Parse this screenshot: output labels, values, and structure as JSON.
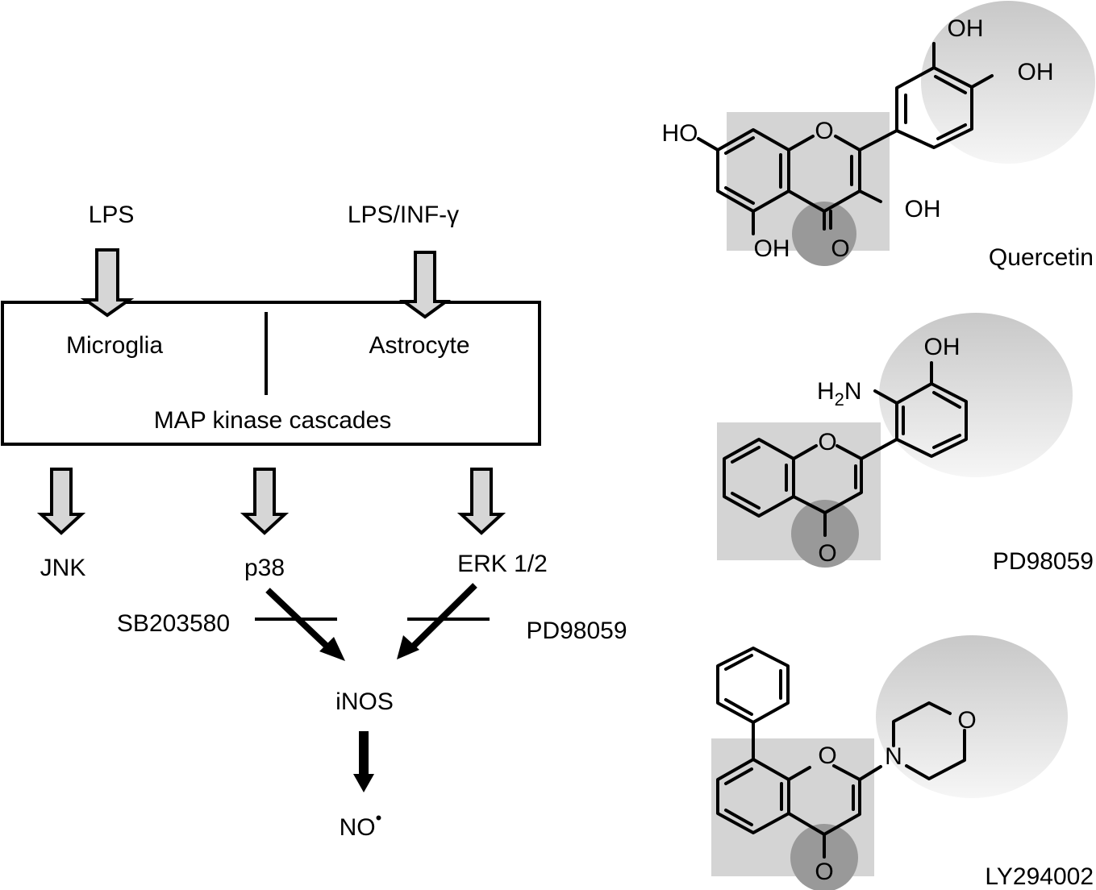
{
  "pathway": {
    "stimuli": [
      {
        "label": "LPS"
      },
      {
        "label": "LPS/INF-γ"
      }
    ],
    "cell_box": {
      "left_cell": "Microglia",
      "right_cell": "Astrocyte",
      "cascade": "MAP kinase cascades"
    },
    "kinases": [
      {
        "label": "JNK"
      },
      {
        "label": "p38"
      },
      {
        "label": "ERK 1/2"
      }
    ],
    "inhibitors": [
      {
        "label": "SB203580",
        "target": "p38"
      },
      {
        "label": "PD98059",
        "target": "ERK 1/2"
      }
    ],
    "enzyme": "iNOS",
    "product": "NO",
    "product_superscript": "•"
  },
  "structures": [
    {
      "name": "Quercetin",
      "atoms": {
        "oh_top": "OH",
        "oh_right": "OH",
        "ho_left": "HO",
        "ring_o": "O",
        "oh_c3": "OH",
        "oh_bottom": "OH",
        "carbonyl_o": "O"
      }
    },
    {
      "name": "PD98059",
      "atoms": {
        "oh_top": "OH",
        "amine": "H",
        "amine_sub": "2",
        "amine_n": "N",
        "ring_o": "O",
        "carbonyl_o": "O"
      }
    },
    {
      "name": "LY294002",
      "atoms": {
        "morph_o": "O",
        "morph_n": "N",
        "ring_o": "O",
        "carbonyl_o": "O"
      }
    }
  ],
  "colors": {
    "arrow_fill": "#d6d6d6",
    "chromone_box": "#d4d4d4",
    "carbonyl_circle": "#999999",
    "ring_ellipse_top": "#c8c8c8",
    "ring_ellipse_bottom": "#f4f4f4"
  }
}
